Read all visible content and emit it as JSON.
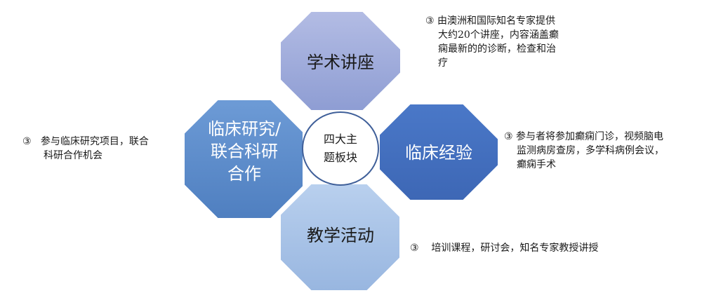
{
  "center": {
    "line1": "四大主",
    "line2": "题板块"
  },
  "colors": {
    "top": "#9aa7d8",
    "left": "#5f8ecb",
    "right": "#4472c4",
    "bottom": "#a7c2e6",
    "border": "#ffffff",
    "center_stroke": "#3f5f99"
  },
  "blocks": {
    "top": {
      "label": "学术讲座"
    },
    "left": {
      "line1": "临床研究/",
      "line2": "联合科研",
      "line3": "合作"
    },
    "right": {
      "label": "临床经验"
    },
    "bottom": {
      "label": "教学活动"
    }
  },
  "notes": {
    "top": {
      "marker": "③",
      "line1": "由澳洲和国际知名专家提供",
      "line2": "大约20个讲座，内容涵盖癫",
      "line3": "痫最新的的诊断，检查和治",
      "line4": "疗"
    },
    "left": {
      "marker": "③",
      "line1": "参与临床研究项目，联合",
      "line2": "科研合作机会"
    },
    "right": {
      "marker": "③",
      "line1": "参与者将参加癫痫门诊，视频脑电",
      "line2": "监测病房查房，多学科病例会议，",
      "line3": "癫痫手术"
    },
    "bottom": {
      "marker": "③",
      "line1": "培训课程，研讨会，知名专家教授讲授"
    }
  }
}
